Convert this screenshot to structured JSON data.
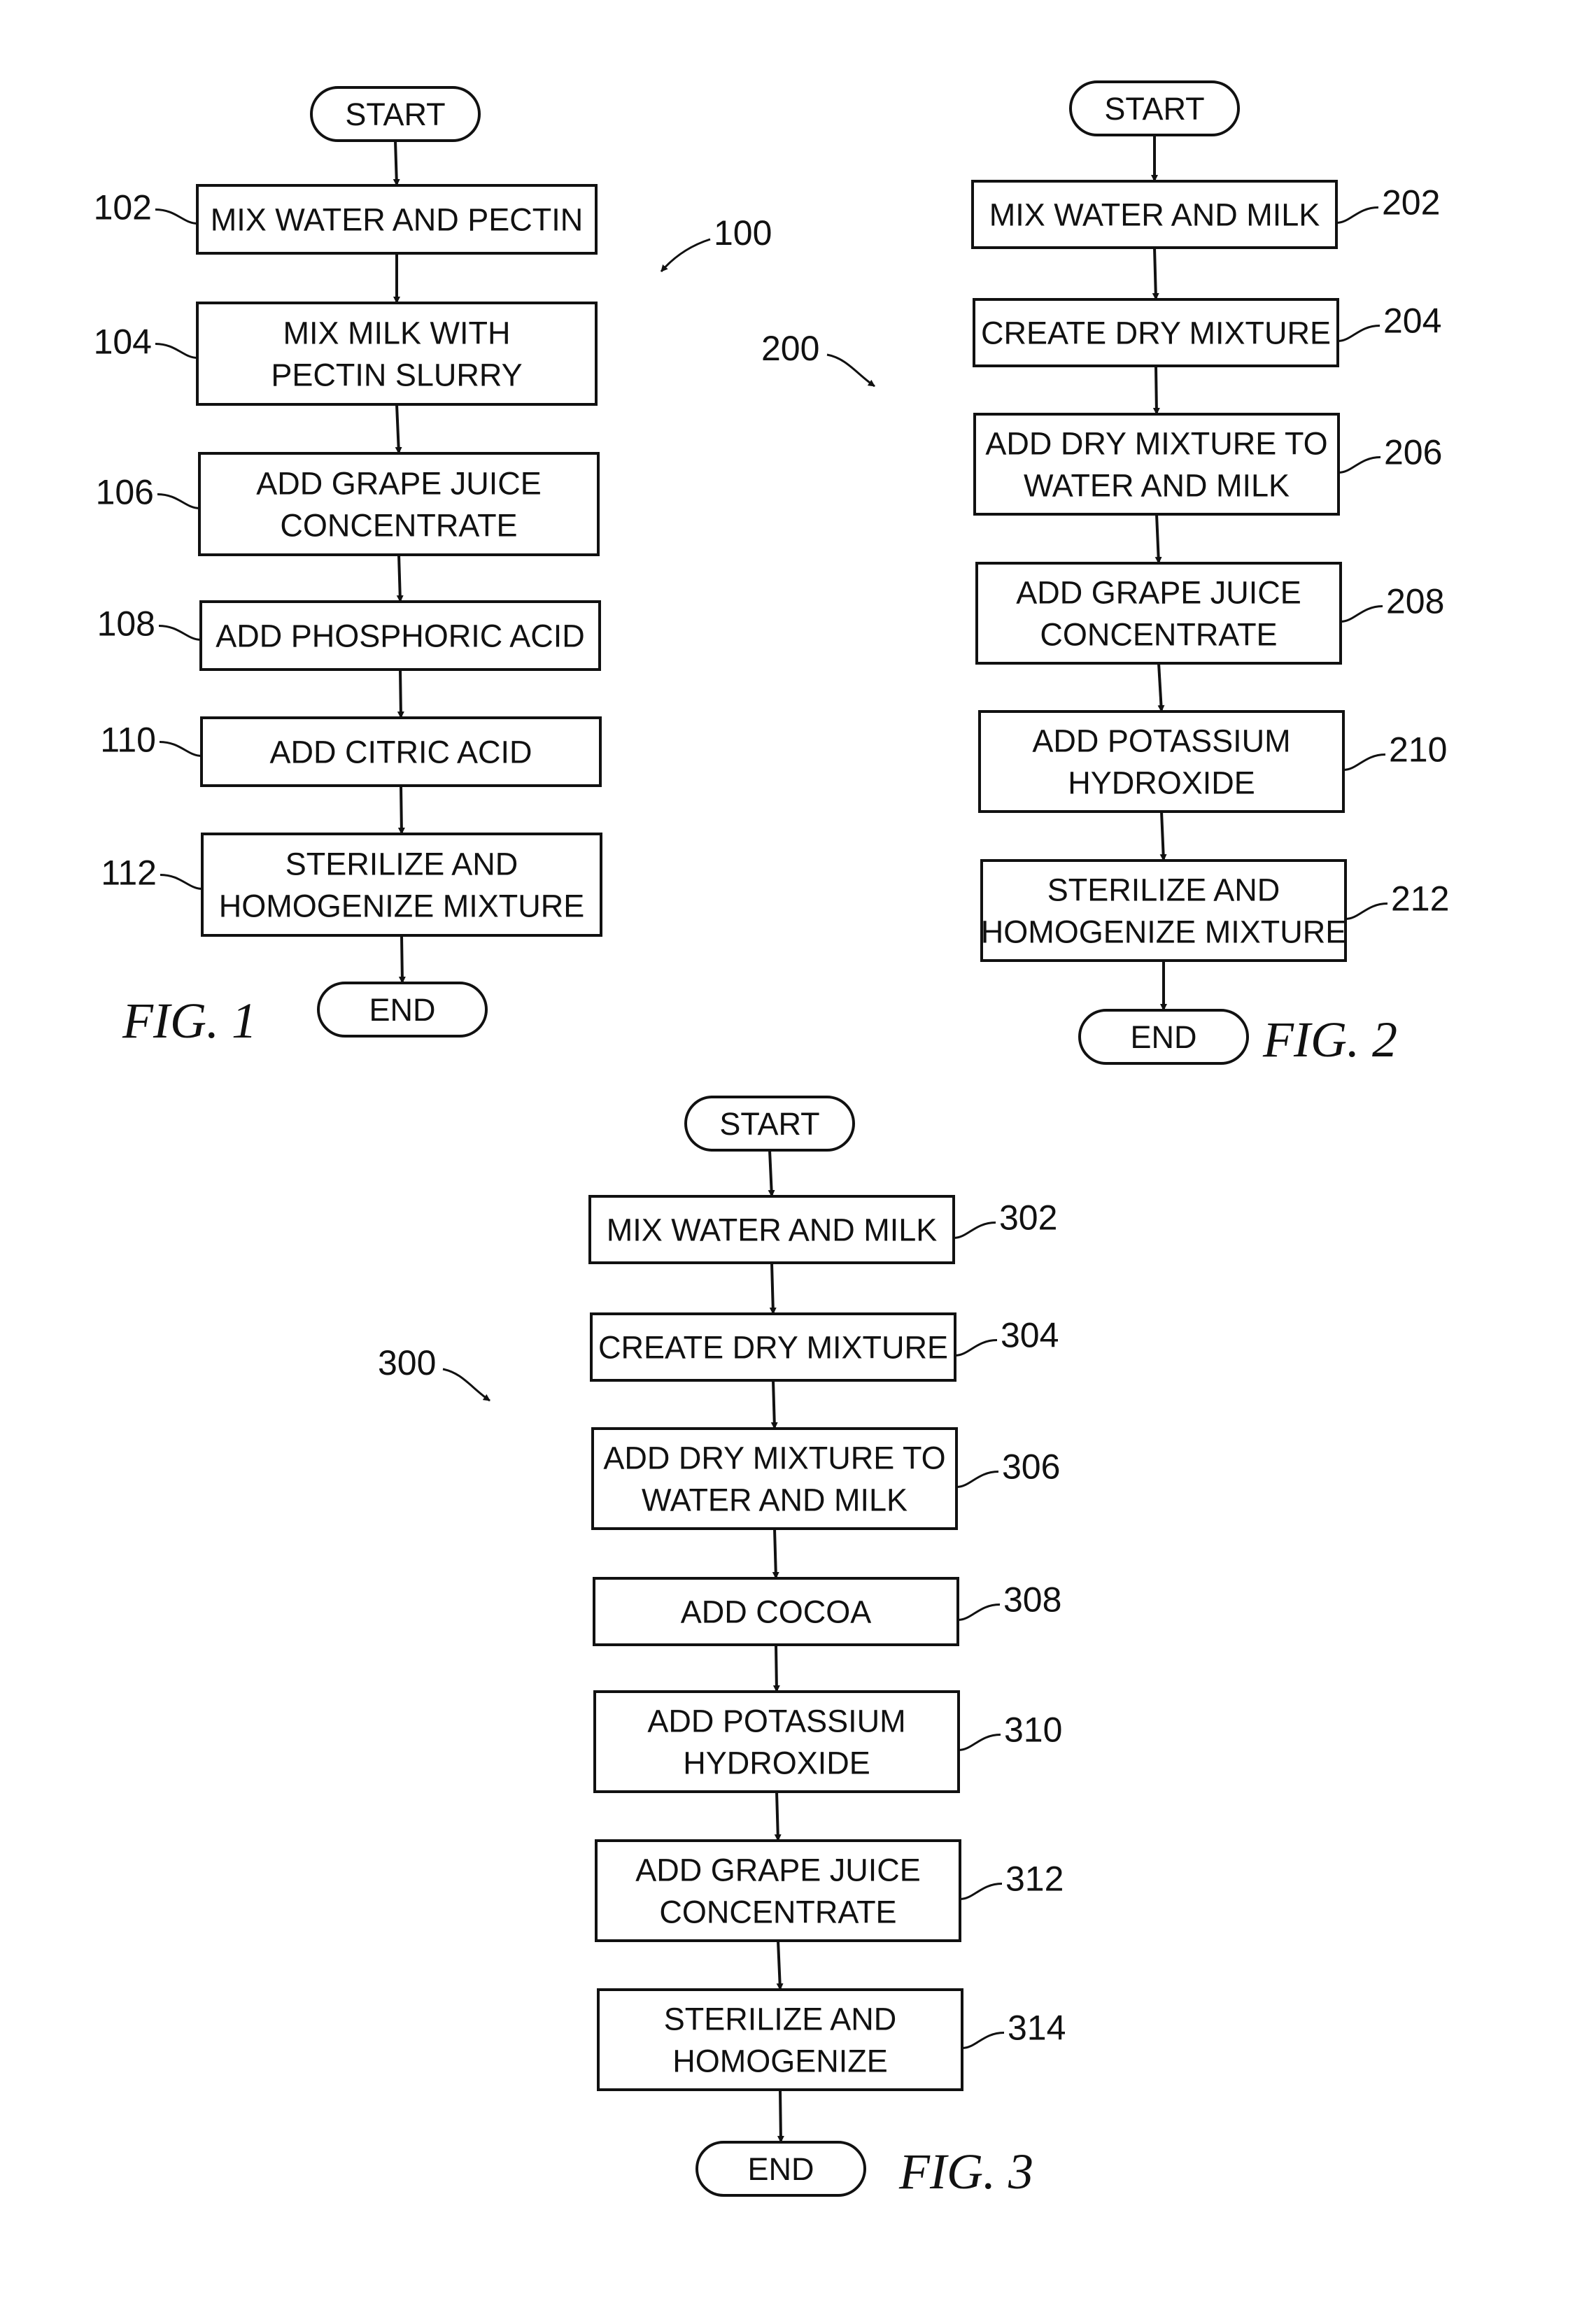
{
  "figures": [
    {
      "id": "fig-1",
      "caption": "FIG. 1",
      "ref": "100",
      "terminals": {
        "start": "START",
        "end": "END"
      },
      "steps": [
        {
          "ref": "102",
          "lines": [
            "MIX WATER AND PECTIN"
          ]
        },
        {
          "ref": "104",
          "lines": [
            "MIX MILK WITH",
            "PECTIN SLURRY"
          ]
        },
        {
          "ref": "106",
          "lines": [
            "ADD GRAPE JUICE",
            "CONCENTRATE"
          ]
        },
        {
          "ref": "108",
          "lines": [
            "ADD PHOSPHORIC ACID"
          ]
        },
        {
          "ref": "110",
          "lines": [
            "ADD CITRIC ACID"
          ]
        },
        {
          "ref": "112",
          "lines": [
            "STERILIZE AND",
            "HOMOGENIZE MIXTURE"
          ]
        }
      ]
    },
    {
      "id": "fig-2",
      "caption": "FIG. 2",
      "ref": "200",
      "terminals": {
        "start": "START",
        "end": "END"
      },
      "steps": [
        {
          "ref": "202",
          "lines": [
            "MIX WATER AND MILK"
          ]
        },
        {
          "ref": "204",
          "lines": [
            "CREATE DRY MIXTURE"
          ]
        },
        {
          "ref": "206",
          "lines": [
            "ADD DRY MIXTURE TO",
            "WATER AND MILK"
          ]
        },
        {
          "ref": "208",
          "lines": [
            "ADD GRAPE JUICE",
            "CONCENTRATE"
          ]
        },
        {
          "ref": "210",
          "lines": [
            "ADD POTASSIUM",
            "HYDROXIDE"
          ]
        },
        {
          "ref": "212",
          "lines": [
            "STERILIZE AND",
            "HOMOGENIZE MIXTURE"
          ]
        }
      ]
    },
    {
      "id": "fig-3",
      "caption": "FIG. 3",
      "ref": "300",
      "terminals": {
        "start": "START",
        "end": "END"
      },
      "steps": [
        {
          "ref": "302",
          "lines": [
            "MIX WATER AND MILK"
          ]
        },
        {
          "ref": "304",
          "lines": [
            "CREATE DRY MIXTURE"
          ]
        },
        {
          "ref": "306",
          "lines": [
            "ADD DRY MIXTURE TO",
            "WATER AND MILK"
          ]
        },
        {
          "ref": "308",
          "lines": [
            "ADD COCOA"
          ]
        },
        {
          "ref": "310",
          "lines": [
            "ADD POTASSIUM",
            "HYDROXIDE"
          ]
        },
        {
          "ref": "312",
          "lines": [
            "ADD GRAPE JUICE",
            "CONCENTRATE"
          ]
        },
        {
          "ref": "314",
          "lines": [
            "STERILIZE AND",
            "HOMOGENIZE"
          ]
        }
      ]
    }
  ]
}
